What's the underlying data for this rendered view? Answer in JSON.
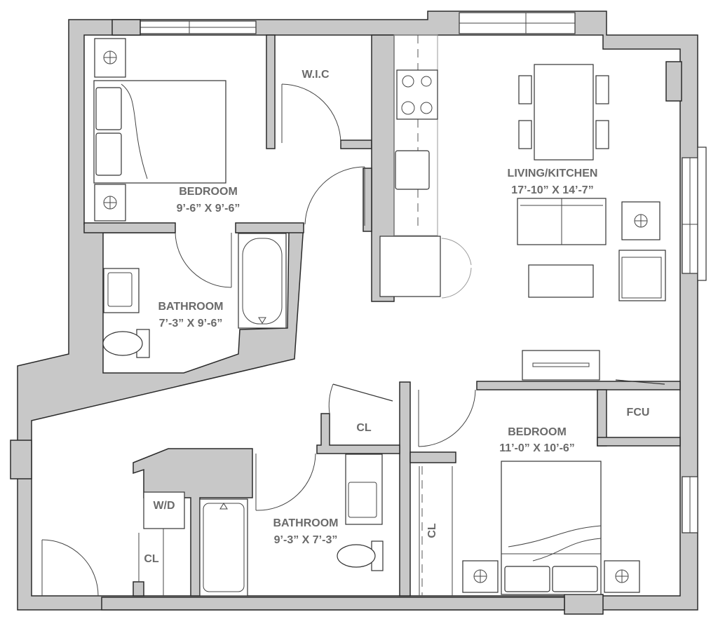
{
  "colors": {
    "wall": "#c8c8c8",
    "outline": "#2a2a2a",
    "label": "#6a6a6a"
  },
  "rooms": {
    "wic": {
      "name": "W.I.C"
    },
    "bedroom1": {
      "name": "BEDROOM",
      "size": "9’-6” X 9’-6”"
    },
    "living": {
      "name": "LIVING/KITCHEN",
      "size": "17’-10” X 14’-7”"
    },
    "bathroom1": {
      "name": "BATHROOM",
      "size": "7’-3” X 9’-6”"
    },
    "closet1": {
      "name": "CL"
    },
    "fcu": {
      "name": "FCU"
    },
    "bedroom2": {
      "name": "BEDROOM",
      "size": "11’-0” X 10’-6”"
    },
    "laundry": {
      "name": "W/D"
    },
    "closet2": {
      "name": "CL"
    },
    "bathroom2": {
      "name": "BATHROOM",
      "size": "9’-3” X 7’-3”"
    },
    "closet3": {
      "name": "CL"
    }
  }
}
